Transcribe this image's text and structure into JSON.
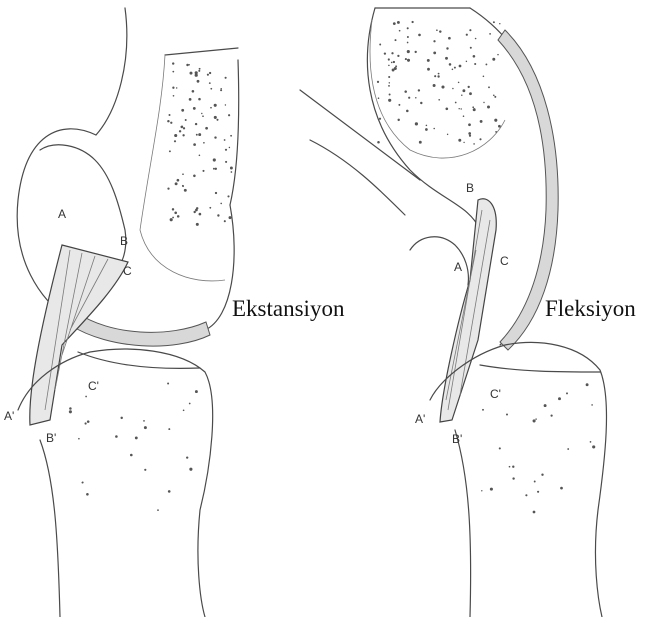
{
  "panels": [
    {
      "caption": "Ekstansiyon",
      "labels": [
        "A",
        "B",
        "C",
        "A'",
        "B'",
        "C'"
      ]
    },
    {
      "caption": "Fleksiyon",
      "labels": [
        "B",
        "A",
        "C",
        "A'",
        "B'",
        "C'"
      ]
    }
  ],
  "colors": {
    "outline": "#4a4a4a",
    "text": "#111111",
    "cartilage": "#d8d8d8"
  }
}
